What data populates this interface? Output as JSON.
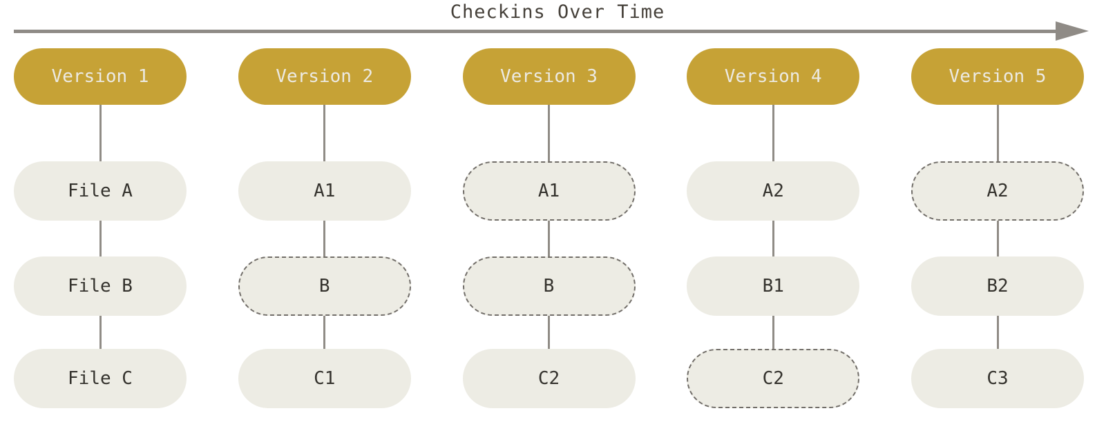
{
  "title": "Checkins Over Time",
  "colors": {
    "version_fill": "#c6a236",
    "version_text": "#eceae3",
    "file_fill": "#edece4",
    "file_text": "#34322d",
    "dashed_border": "#716d68",
    "connector_line": "#908c86",
    "arrow": "#8f8b86",
    "title_text": "#46413a",
    "background": "#ffffff"
  },
  "icons": {
    "timeline_arrow": "right-arrow"
  },
  "columns": [
    {
      "version": "Version 1",
      "files": [
        {
          "label": "File A",
          "dashed": false
        },
        {
          "label": "File B",
          "dashed": false
        },
        {
          "label": "File C",
          "dashed": false
        }
      ]
    },
    {
      "version": "Version 2",
      "files": [
        {
          "label": "A1",
          "dashed": false
        },
        {
          "label": "B",
          "dashed": true
        },
        {
          "label": "C1",
          "dashed": false
        }
      ]
    },
    {
      "version": "Version 3",
      "files": [
        {
          "label": "A1",
          "dashed": true
        },
        {
          "label": "B",
          "dashed": true
        },
        {
          "label": "C2",
          "dashed": false
        }
      ]
    },
    {
      "version": "Version 4",
      "files": [
        {
          "label": "A2",
          "dashed": false
        },
        {
          "label": "B1",
          "dashed": false
        },
        {
          "label": "C2",
          "dashed": true
        }
      ]
    },
    {
      "version": "Version 5",
      "files": [
        {
          "label": "A2",
          "dashed": true
        },
        {
          "label": "B2",
          "dashed": false
        },
        {
          "label": "C3",
          "dashed": false
        }
      ]
    }
  ]
}
